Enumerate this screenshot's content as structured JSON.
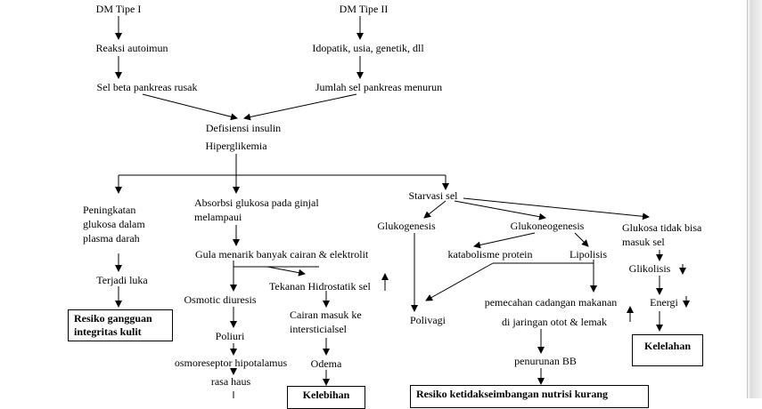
{
  "nodes": {
    "dm1": "DM Tipe I",
    "dm2": "DM Tipe II",
    "reaksi": "Reaksi autoimun",
    "idopatik": "Idopatik, usia, genetik, dll",
    "selbeta": "Sel beta pankreas rusak",
    "jumlahsel": "Jumlah sel pankreas menurun",
    "defisiensi": "Defisiensi insulin",
    "hiper": "Hiperglikemia",
    "peningkatan": "Peningkatan glukosa dalam plasma darah",
    "absorbsi": "Absorbsi glukosa pada ginjal melampaui",
    "starvasi": "Starvasi sel",
    "glukogenesis": "Glukogenesis",
    "glukoneo": "Glukoneogenesis",
    "glukosatidak": "Glukosa tidak bisa masuk sel",
    "gula": "Gula menarik banyak cairan & elektrolit",
    "katabolisme": "katabolisme protein",
    "lipolisis": "Lipolisis",
    "glikolisis": "Glikolisis",
    "terjadi": "Terjadi luka",
    "tekanan": "Tekanan Hidrostatik sel",
    "osmotic": "Osmotic diuresis",
    "cairan": "Cairan masuk ke intersticialsel",
    "pemecahan": "pemecahan cadangan makanan",
    "jaringan": "di jaringan otot & lemak",
    "energi": "Energi",
    "polivagi": "Polivagi",
    "poliuri": "Poliuri",
    "osmoreseptor": "osmoreseptor hipotalamus",
    "odema": "Odema",
    "penurunan": "penurunan BB",
    "rasahaus": "rasa haus"
  },
  "boxes": {
    "resiko_integritas": "Resiko gangguan integritas kulit",
    "kelelahan": "Kelelahan",
    "kelebihan": "Kelebihan",
    "resiko_nutrisi": "Resiko ketidakseimbangan nutrisi kurang"
  }
}
